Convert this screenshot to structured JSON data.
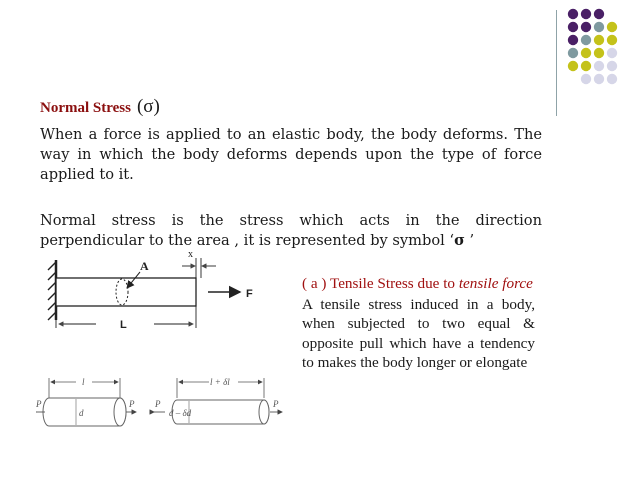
{
  "slide": {
    "heading": "Normal Stress",
    "heading_symbol": "(σ)",
    "paragraph1": "When a force is applied to an elastic body, the body deforms. The way in which the body deforms depends upon the type of force applied to it.",
    "paragraph2_prefix": "Normal stress is the stress which acts in the direction perpendicular to the area , it is represented by symbol ‘",
    "paragraph2_symbol": "σ",
    "paragraph2_suffix": " ’"
  },
  "figure": {
    "label_A": "A",
    "label_x": "x",
    "label_F": "F",
    "label_L": "L",
    "label_l": "l",
    "label_d": "d",
    "label_l_plus": "l + δl",
    "label_d_minus": "d – δd",
    "label_P": "P"
  },
  "callout": {
    "title_prefix": "( a ) Tensile Stress due to ",
    "title_emphasis": "tensile force",
    "body": "A tensile stress induced in a body, when subjected to two equal & opposite pull which have a tendency to makes the body longer or elongate"
  },
  "decor": {
    "dot_colors": [
      "#4a2066",
      "#7f9aa0",
      "#c4c21a",
      "#d6d6e8"
    ]
  }
}
